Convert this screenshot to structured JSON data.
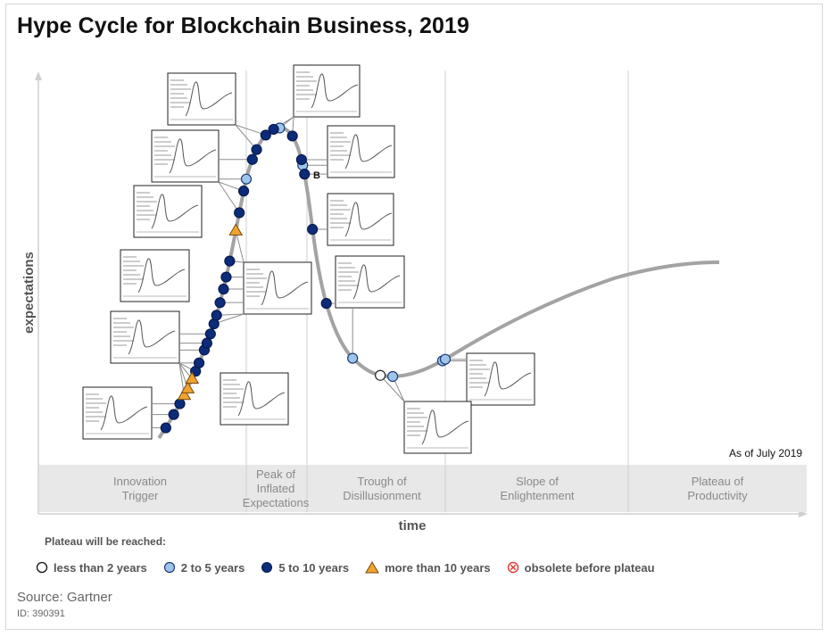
{
  "title": "Hype Cycle for Blockchain Business, 2019",
  "as_of": "As of July 2019",
  "source": "Source: Gartner",
  "doc_id": "ID: 390391",
  "legend": {
    "title": "Plateau will be reached:",
    "items": [
      {
        "label": "less than 2 years",
        "marker": "circle-white"
      },
      {
        "label": "2 to 5 years",
        "marker": "circle-light-blue"
      },
      {
        "label": "5 to 10 years",
        "marker": "circle-dark-blue"
      },
      {
        "label": "more than 10 years",
        "marker": "triangle-orange"
      },
      {
        "label": "obsolete before plateau",
        "marker": "circled-x-red"
      }
    ]
  },
  "colors": {
    "curve": "#a3a3a3",
    "white": "#ffffff",
    "light_blue": "#9ec6ea",
    "dark_blue": "#0c2c7a",
    "orange": "#f0a330",
    "obsolete": "#e0403a",
    "phase_band": "#e8e8e8"
  },
  "chart_data": {
    "type": "scatter",
    "x_axis_label": "time",
    "y_axis_label": "expectations",
    "phases": [
      "Innovation\nTrigger",
      "Peak of\nInflated\nExpectations",
      "Trough of\nDisillusionment",
      "Slope of\nEnlightenment",
      "Plateau of\nProductivity"
    ],
    "point_labels": [
      "B"
    ],
    "series": [
      {
        "name": "less than 2 years",
        "points": [
          {
            "phase": "Trough of Disillusionment",
            "t": 0.53
          }
        ]
      },
      {
        "name": "2 to 5 years",
        "points": [
          {
            "phase": "Innovation Trigger",
            "t": 1.0
          },
          {
            "phase": "Peak of Inflated Expectations",
            "t": 0.55
          },
          {
            "phase": "Peak of Inflated Expectations",
            "t": 0.93
          },
          {
            "phase": "Trough of Disillusionment",
            "t": 0.33
          },
          {
            "phase": "Trough of Disillusionment",
            "t": 0.62
          },
          {
            "phase": "Trough of Disillusionment",
            "t": 0.98
          },
          {
            "phase": "Slope of Enlightenment",
            "t": 0.0
          }
        ]
      },
      {
        "name": "5 to 10 years",
        "points": [
          {
            "phase": "Innovation Trigger",
            "t": 0.08
          },
          {
            "phase": "Innovation Trigger",
            "t": 0.17
          },
          {
            "phase": "Innovation Trigger",
            "t": 0.24
          },
          {
            "phase": "Innovation Trigger",
            "t": 0.42
          },
          {
            "phase": "Innovation Trigger",
            "t": 0.46
          },
          {
            "phase": "Innovation Trigger",
            "t": 0.52
          },
          {
            "phase": "Innovation Trigger",
            "t": 0.55
          },
          {
            "phase": "Innovation Trigger",
            "t": 0.59
          },
          {
            "phase": "Innovation Trigger",
            "t": 0.63
          },
          {
            "phase": "Innovation Trigger",
            "t": 0.66
          },
          {
            "phase": "Innovation Trigger",
            "t": 0.7
          },
          {
            "phase": "Innovation Trigger",
            "t": 0.74
          },
          {
            "phase": "Innovation Trigger",
            "t": 0.77
          },
          {
            "phase": "Innovation Trigger",
            "t": 0.81
          },
          {
            "phase": "Innovation Trigger",
            "t": 0.92
          },
          {
            "phase": "Innovation Trigger",
            "t": 0.97
          },
          {
            "phase": "Peak of Inflated Expectations",
            "t": 0.1
          },
          {
            "phase": "Peak of Inflated Expectations",
            "t": 0.17
          },
          {
            "phase": "Peak of Inflated Expectations",
            "t": 0.32
          },
          {
            "phase": "Peak of Inflated Expectations",
            "t": 0.45
          },
          {
            "phase": "Peak of Inflated Expectations",
            "t": 0.76
          },
          {
            "phase": "Peak of Inflated Expectations",
            "t": 0.91
          },
          {
            "phase": "Peak of Inflated Expectations",
            "t": 0.96
          },
          {
            "phase": "Trough of Disillusionment",
            "t": 0.04
          },
          {
            "phase": "Trough of Disillusionment",
            "t": 0.14
          }
        ]
      },
      {
        "name": "more than 10 years",
        "points": [
          {
            "phase": "Innovation Trigger",
            "t": 0.29
          },
          {
            "phase": "Innovation Trigger",
            "t": 0.33
          },
          {
            "phase": "Innovation Trigger",
            "t": 0.38
          },
          {
            "phase": "Innovation Trigger",
            "t": 0.88
          }
        ]
      }
    ],
    "grid": false,
    "legend_position": "bottom"
  }
}
